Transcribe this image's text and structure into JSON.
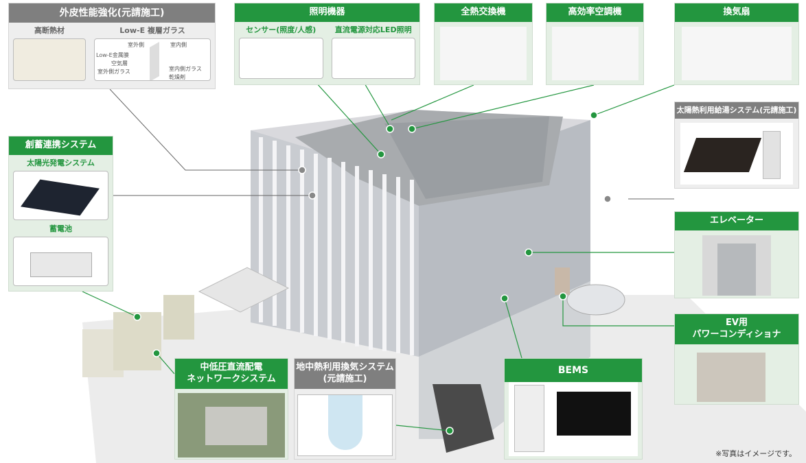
{
  "panels": {
    "envelope": {
      "title": "外皮性能強化(元請施工)",
      "insulation": "高断熱材",
      "glass": "Low-E 複層ガラス",
      "labels": [
        "室外側",
        "室内側",
        "Low-E金属膜",
        "空気層",
        "室外側ガラス",
        "室内側ガラス",
        "乾燥剤"
      ]
    },
    "lighting": {
      "title": "照明機器",
      "sensor": "センサー(照度/人感)",
      "led": "直流電源対応LED照明"
    },
    "heat_exchanger": {
      "title": "全熱交換機"
    },
    "aircon": {
      "title": "高効率空調機"
    },
    "fan": {
      "title": "換気扇"
    },
    "solar_hot_water": {
      "title": "太陽熱利用給湯システム(元請施工)"
    },
    "energy": {
      "title": "創蓄連携システム",
      "solar": "太陽光発電システム",
      "battery": "蓄電池"
    },
    "elevator": {
      "title": "エレベーター"
    },
    "ev": {
      "title_line1": "EV用",
      "title_line2": "パワーコンディショナ"
    },
    "dc": {
      "title_line1": "中低圧直流配電",
      "title_line2": "ネットワークシステム"
    },
    "geothermal": {
      "title_line1": "地中熱利用換気システム",
      "title_line2": "(元請施工)"
    },
    "bems": {
      "title": "BEMS"
    }
  },
  "note": "※写真はイメージです。",
  "colors": {
    "green": "#23963f",
    "gray": "#7f7f7f",
    "panel": "#e4efe4"
  }
}
